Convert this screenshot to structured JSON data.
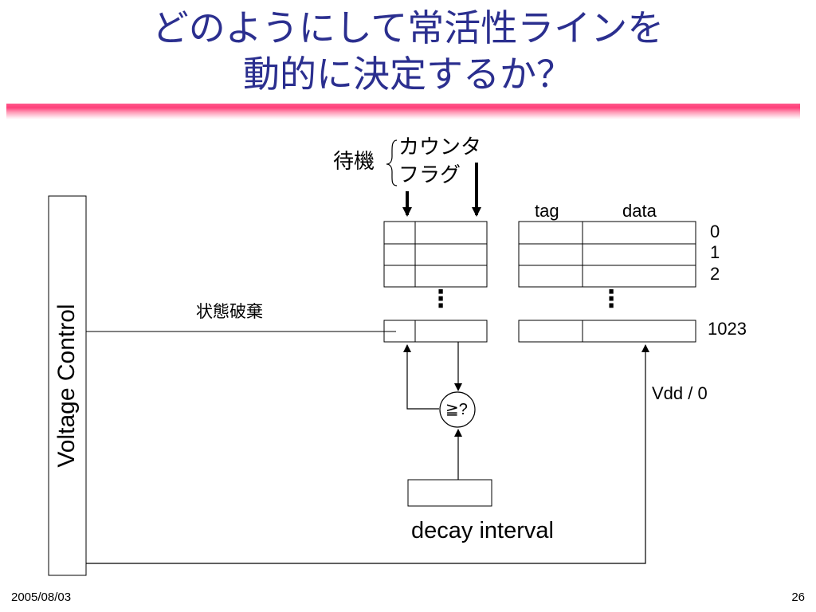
{
  "slide": {
    "title_line1": "どのようにして常活性ラインを",
    "title_line2": "動的に決定するか？",
    "date": "2005/08/03",
    "page_number": "26"
  },
  "diagram": {
    "wait_label": "待機",
    "counter_label": "カウンタ",
    "flag_label": "フラグ",
    "tag_header": "tag",
    "data_header": "data",
    "row_indices": [
      "0",
      "1",
      "2",
      "1023"
    ],
    "discard_label": "状態破棄",
    "voltage_control_label": "Voltage Control",
    "compare_label": "≧?",
    "vdd_label": "Vdd / 0",
    "decay_label": "decay interval",
    "ellipsis": "⋮"
  }
}
